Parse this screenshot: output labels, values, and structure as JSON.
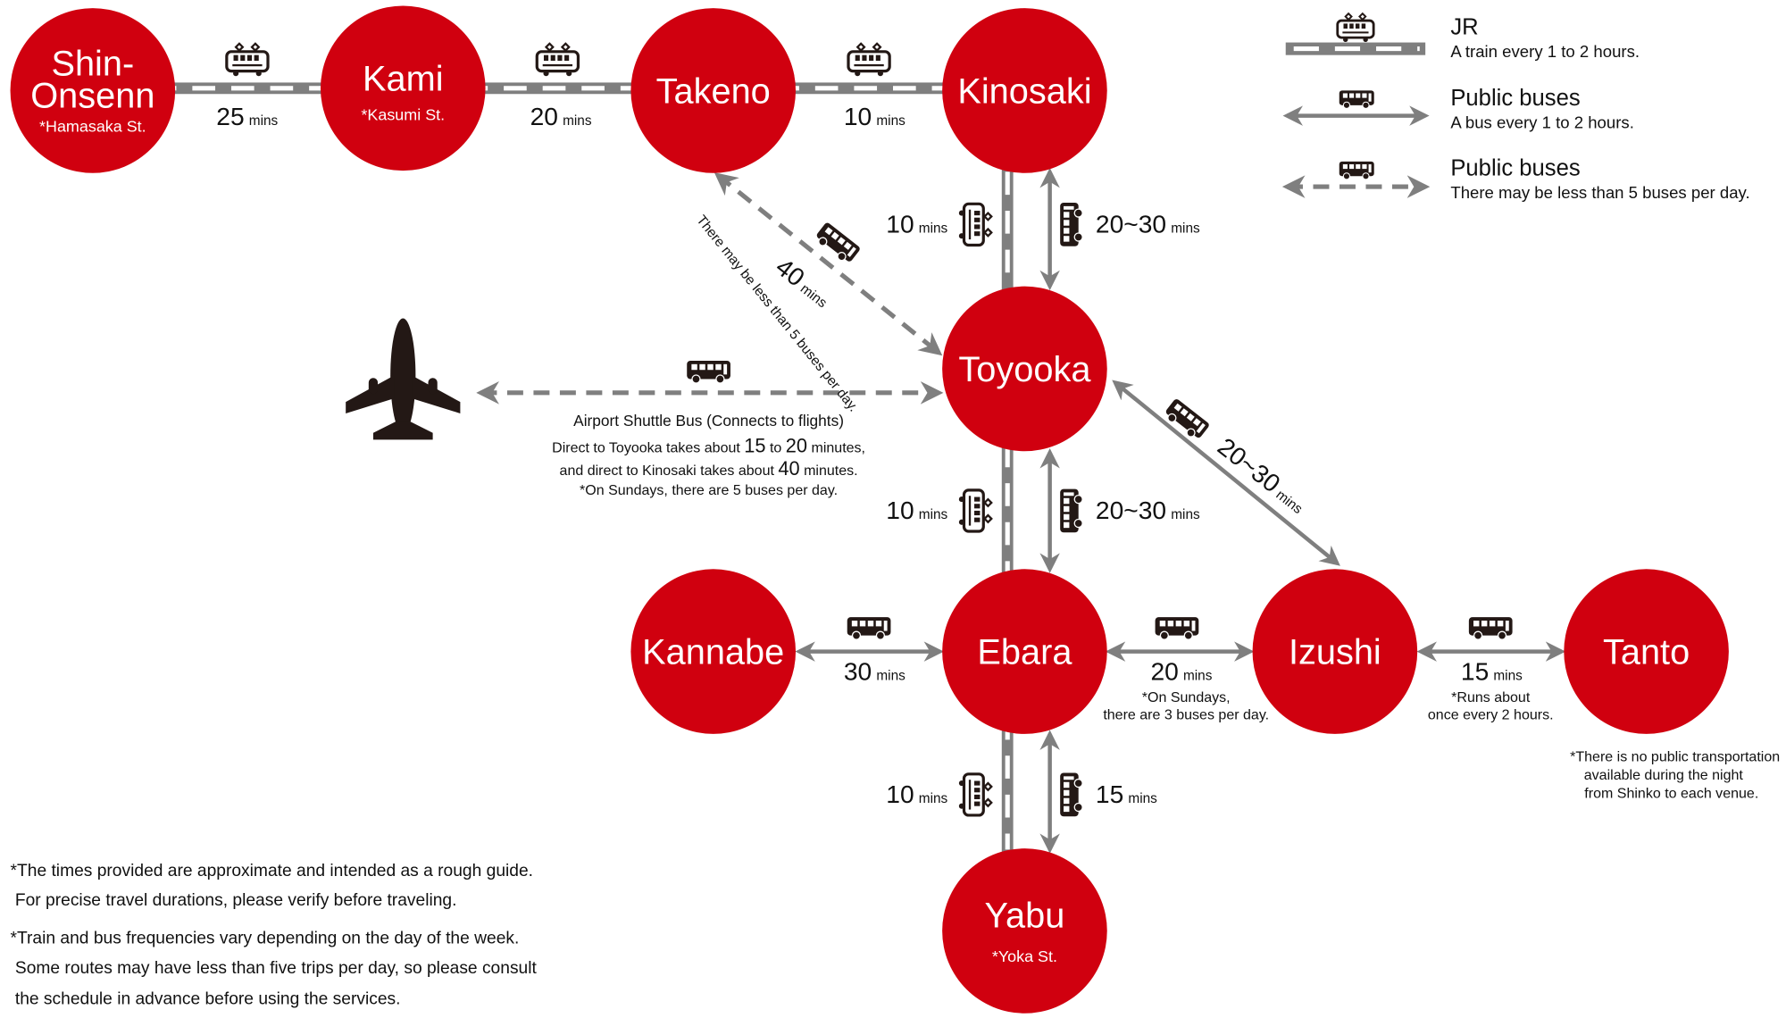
{
  "colors": {
    "station": "#d0000f",
    "route": "#7f7f7f",
    "icon": "#231815"
  },
  "stations": [
    {
      "name": "Shin-",
      "name2": "Onsenn",
      "sub": "*Hamasaka St."
    },
    {
      "name": "Kami",
      "sub": "*Kasumi St."
    },
    {
      "name": "Takeno"
    },
    {
      "name": "Kinosaki"
    },
    {
      "name": "Toyooka"
    },
    {
      "name": "Ebara"
    },
    {
      "name": "Kannabe"
    },
    {
      "name": "Izushi"
    },
    {
      "name": "Tanto"
    },
    {
      "name": "Yabu",
      "sub": "*Yoka St."
    }
  ],
  "unit": "mins",
  "times": {
    "shin_kami": "25",
    "kami_takeno": "20",
    "takeno_kinosaki": "10",
    "kinosaki_toyooka_train": "10",
    "kinosaki_toyooka_bus": "20~30",
    "toyooka_ebara_train": "10",
    "toyooka_ebara_bus": "20~30",
    "ebara_yabu_train": "10",
    "ebara_yabu_bus": "15",
    "takeno_toyooka_bus": "40",
    "toyooka_izushi_bus": "20~30",
    "kannabe_ebara": "30",
    "ebara_izushi": "20",
    "izushi_tanto": "15"
  },
  "route_notes": {
    "takeno_toyooka": "There may be less than 5 buses per day.",
    "ebara_izushi": [
      "*On Sundays,",
      "there are 3 buses per day."
    ],
    "izushi_tanto": [
      "*Runs about",
      "once every 2 hours."
    ],
    "no_night": [
      "*There is no public transportation",
      "available during the night",
      "from Shinko to each venue."
    ]
  },
  "airport": {
    "title": "Airport Shuttle Bus (Connects to flights)",
    "line1": [
      "Direct to Toyooka takes about ",
      "15",
      " to ",
      "20",
      " minutes,"
    ],
    "line2": [
      "and direct to Kinosaki takes about ",
      "40",
      " minutes."
    ],
    "line3": "*On Sundays, there are 5 buses per day."
  },
  "legend": [
    {
      "icon": "train-icon",
      "title": "JR",
      "desc": "A train every 1 to 2 hours."
    },
    {
      "icon": "bus-icon",
      "title": "Public buses",
      "desc": "A bus every 1 to 2 hours."
    },
    {
      "icon": "bus-icon",
      "title": "Public buses",
      "desc": "There may be less than 5 buses per day."
    }
  ],
  "footnotes": [
    "*The times provided are approximate and intended as a rough guide.",
    " For precise travel durations, please verify before traveling.",
    "*Train and bus frequencies vary depending on the day of the week.",
    " Some routes may have less than five trips per day, so please consult",
    " the schedule in advance before using the services."
  ]
}
